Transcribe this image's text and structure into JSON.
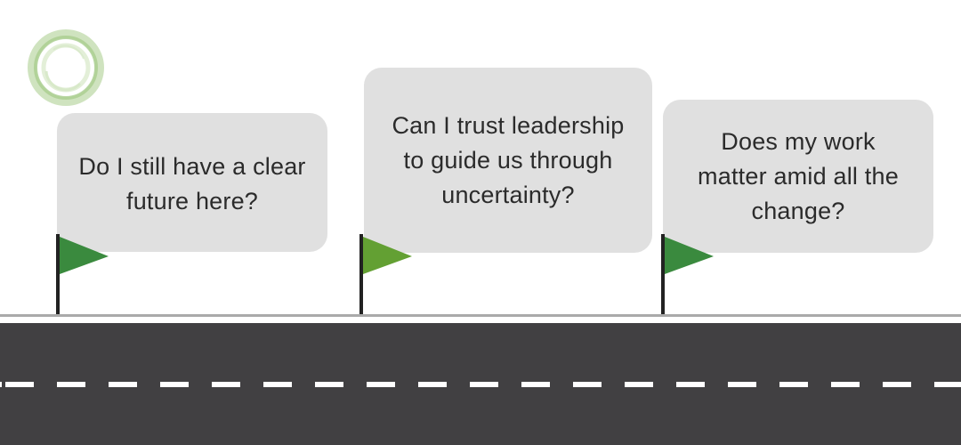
{
  "questions": [
    "Do I still have a clear future here?",
    "Can I trust leadership to guide us through uncertainty?",
    "Does my work matter amid all the change?"
  ],
  "bubble_lines": [
    [
      "Do I still have a clear",
      "future here?"
    ],
    [
      "Can I trust leadership",
      "to guide us through",
      "uncertainty?"
    ],
    [
      "Does my work",
      "matter amid all the",
      "change?"
    ]
  ],
  "colors": {
    "bubble": "#e0e0e0",
    "text": "#2b2b2b",
    "flag_dark_green": "#3a8a3e",
    "flag_light_green": "#63a033",
    "flag_pole": "#222222",
    "road": "#414042",
    "lane_line": "#ffffff",
    "curb": "#aaaaaa",
    "logo_ring": "#b9d7a3"
  },
  "icons": {
    "logo": "green-ring-logo-icon",
    "milestone": "green-flag-icon"
  }
}
